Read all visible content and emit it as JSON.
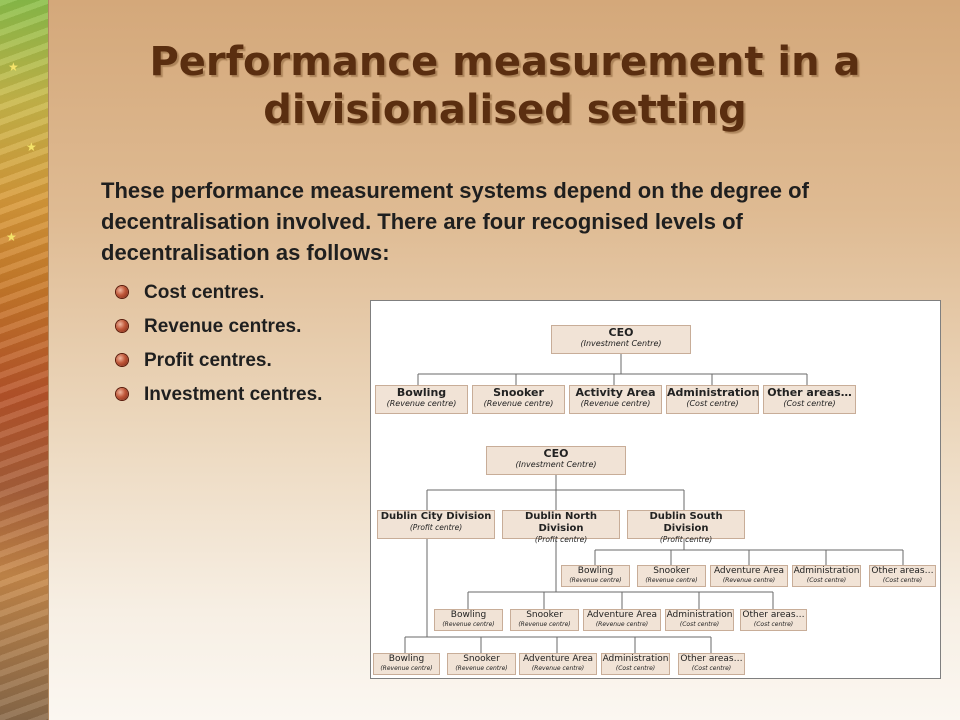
{
  "slide": {
    "title": "Performance measurement in a divisionalised setting",
    "intro": "These performance measurement systems depend on the degree of decentralisation involved. There are four recognised levels of decentralisation as follows:",
    "levels": [
      "Cost centres.",
      "Revenue centres.",
      "Profit centres.",
      "Investment centres."
    ]
  },
  "diagram": {
    "chart1": {
      "root": {
        "name": "CEO",
        "sub": "(Investment Centre)"
      },
      "children": [
        {
          "name": "Bowling",
          "sub": "(Revenue centre)"
        },
        {
          "name": "Snooker",
          "sub": "(Revenue centre)"
        },
        {
          "name": "Activity Area",
          "sub": "(Revenue centre)"
        },
        {
          "name": "Administration",
          "sub": "(Cost centre)"
        },
        {
          "name": "Other areas…",
          "sub": "(Cost centre)"
        }
      ]
    },
    "chart2": {
      "root": {
        "name": "CEO",
        "sub": "(Investment Centre)"
      },
      "divisions": [
        {
          "name": "Dublin City Division",
          "sub": "(Profit centre)"
        },
        {
          "name": "Dublin North Division",
          "sub": "(Profit centre)"
        },
        {
          "name": "Dublin South Division",
          "sub": "(Profit centre)"
        }
      ],
      "south_units": [
        {
          "name": "Bowling",
          "sub": "(Revenue centre)"
        },
        {
          "name": "Snooker",
          "sub": "(Revenue centre)"
        },
        {
          "name": "Adventure Area",
          "sub": "(Revenue centre)"
        },
        {
          "name": "Administration",
          "sub": "(Cost centre)"
        },
        {
          "name": "Other areas…",
          "sub": "(Cost centre)"
        }
      ],
      "north_units": [
        {
          "name": "Bowling",
          "sub": "(Revenue centre)"
        },
        {
          "name": "Snooker",
          "sub": "(Revenue centre)"
        },
        {
          "name": "Adventure Area",
          "sub": "(Revenue centre)"
        },
        {
          "name": "Administration",
          "sub": "(Cost centre)"
        },
        {
          "name": "Other areas…",
          "sub": "(Cost centre)"
        }
      ],
      "city_units": [
        {
          "name": "Bowling",
          "sub": "(Revenue centre)"
        },
        {
          "name": "Snooker",
          "sub": "(Revenue centre)"
        },
        {
          "name": "Adventure Area",
          "sub": "(Revenue centre)"
        },
        {
          "name": "Administration",
          "sub": "(Cost centre)"
        },
        {
          "name": "Other areas…",
          "sub": "(Cost centre)"
        }
      ]
    }
  }
}
